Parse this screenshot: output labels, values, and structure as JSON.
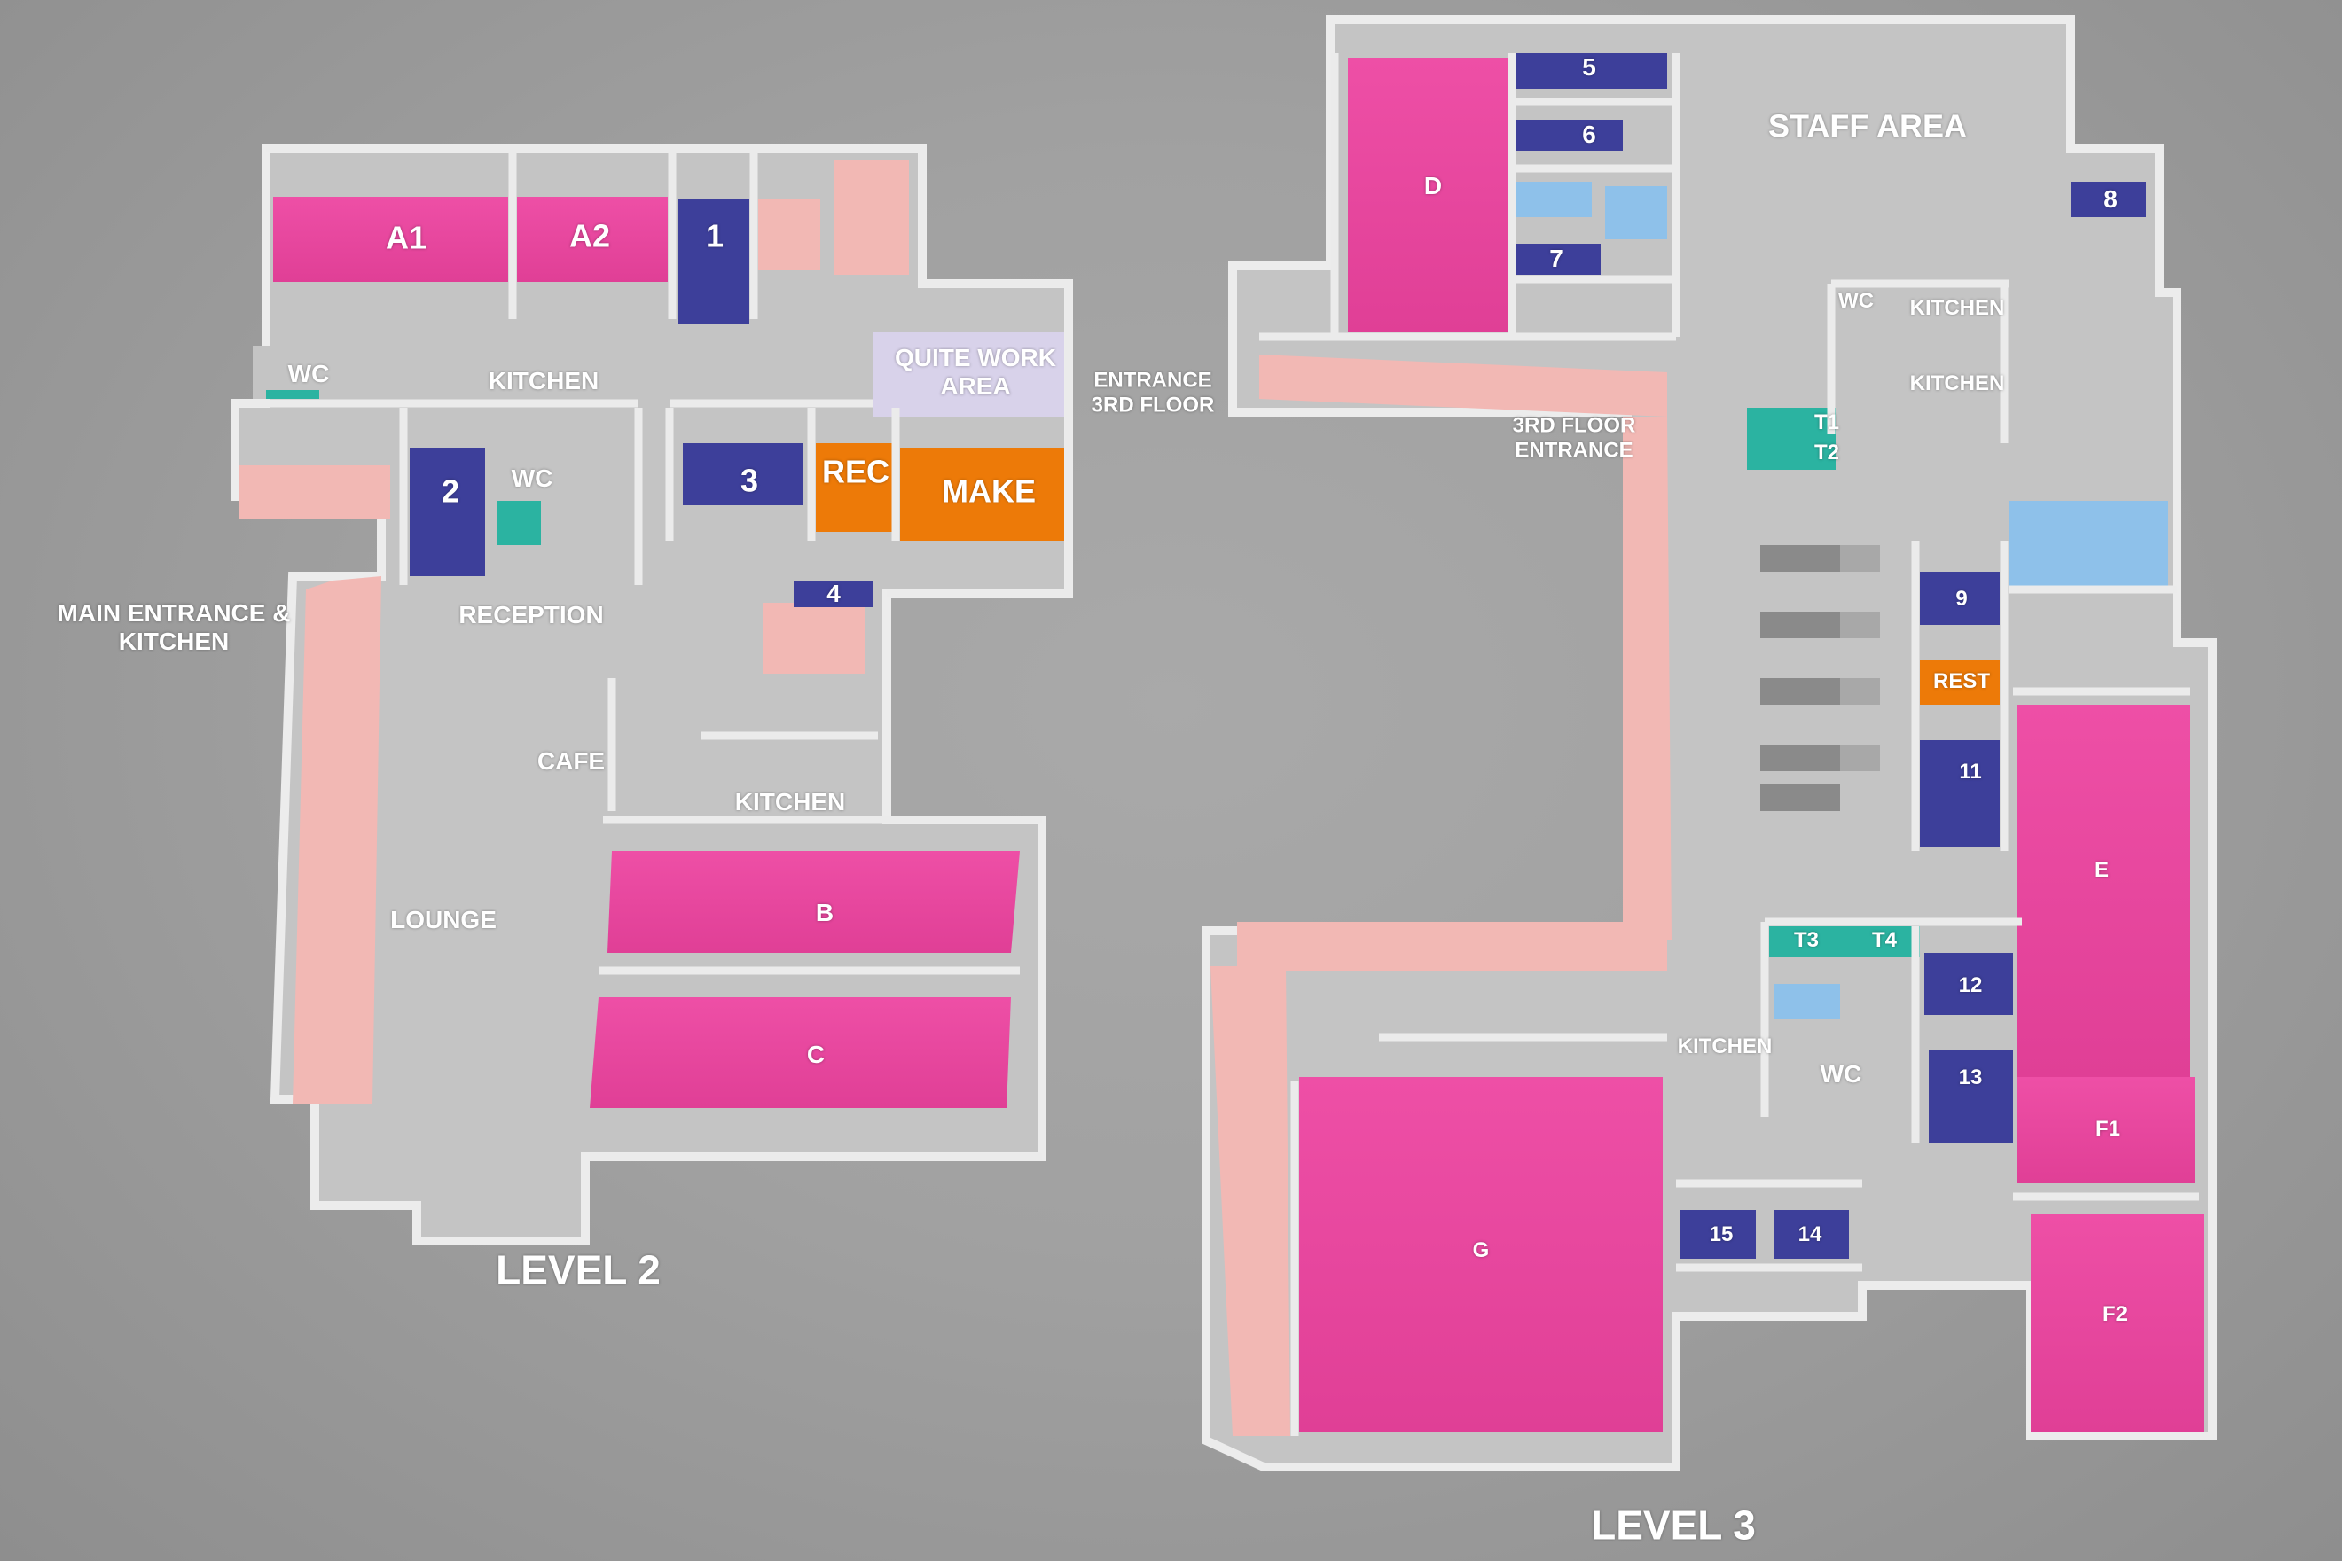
{
  "map": {
    "levels": [
      {
        "name": "LEVEL 2",
        "labels": [
          "A1",
          "A2",
          "1",
          "WC",
          "KITCHEN",
          "QUITE WORK\nAREA",
          "2",
          "WC",
          "3",
          "REC",
          "MAKE",
          "4",
          "MAIN ENTRANCE &\nKITCHEN",
          "RECEPTION",
          "CAFE",
          "KITCHEN",
          "LOUNGE",
          "B",
          "C"
        ]
      },
      {
        "name": "LEVEL 3",
        "labels": [
          "D",
          "5",
          "6",
          "7",
          "STAFF AREA",
          "8",
          "WC",
          "KITCHEN",
          "KITCHEN",
          "ENTRANCE\n3RD FLOOR",
          "3RD FLOOR\nENTRANCE",
          "T1",
          "T2",
          "9",
          "REST",
          "11",
          "E",
          "T3",
          "T4",
          "12",
          "KITCHEN",
          "WC",
          "13",
          "F1",
          "G",
          "15",
          "14",
          "F2"
        ]
      }
    ],
    "colors": {
      "background": "#a3a3a3",
      "floor": "#c4c4c4",
      "wall": "#e4e4e4",
      "corridor": "#f2b8b4",
      "pink_room": "#e8479e",
      "blue_room": "#3d3f9a",
      "orange_room": "#ed7a08",
      "teal_room": "#2bb3a1",
      "lavender_room": "#d8d2ea",
      "light_blue_room": "#8ec1ea",
      "label_text": "#ffffff"
    }
  }
}
